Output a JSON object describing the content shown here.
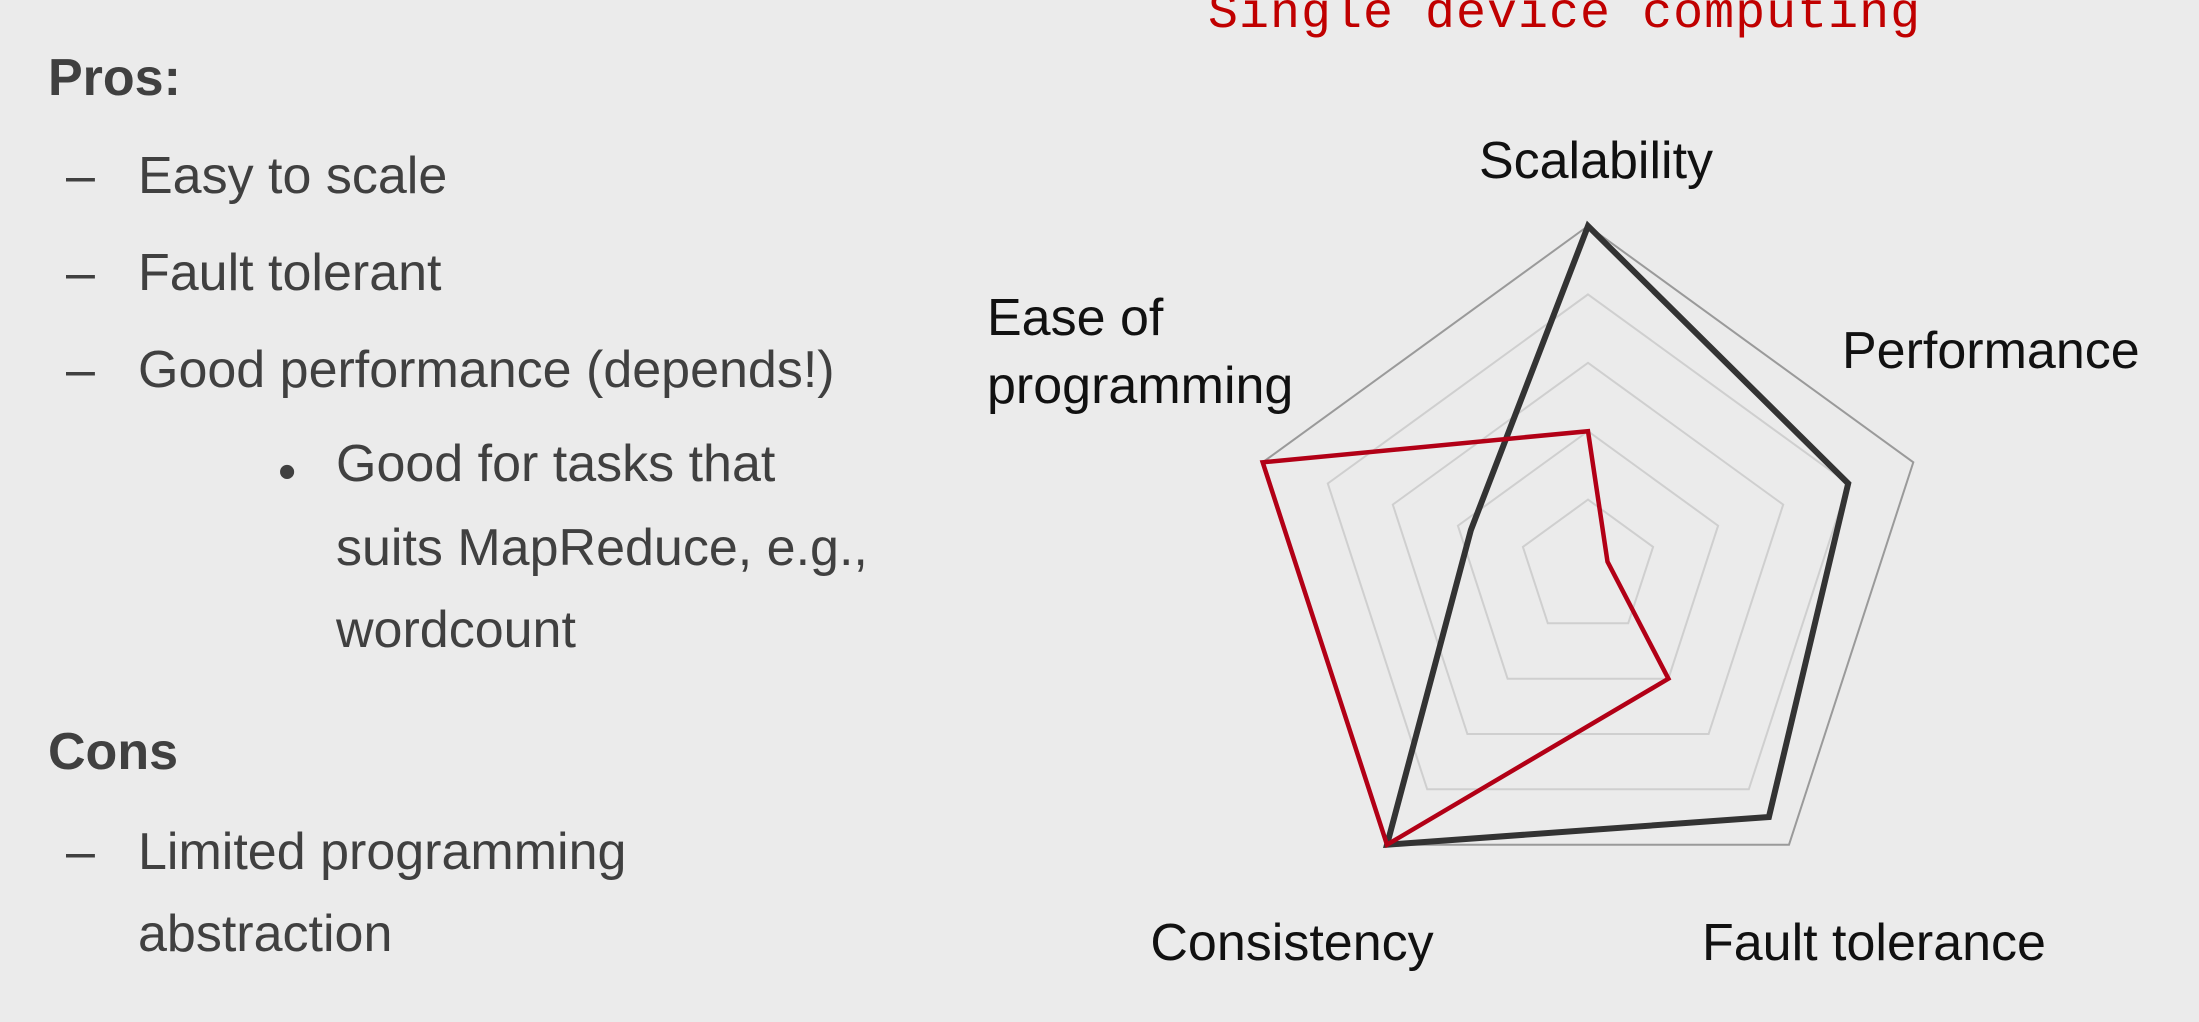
{
  "left": {
    "pros_heading": "Pros:",
    "pros": [
      "Easy to scale",
      "Fault tolerant",
      "Good performance (depends!)"
    ],
    "sub_bullet_lines": [
      "Good for tasks that",
      "suits MapReduce, e.g.,",
      "wordcount"
    ],
    "cons_heading": "Cons",
    "cons_lines": [
      "Limited programming",
      "abstraction"
    ],
    "dash": "–",
    "bullet": "•"
  },
  "chart_data": {
    "type": "radar",
    "title": "Single device computing",
    "axes": [
      "Scalability",
      "Performance",
      "Fault tolerance",
      "Consistency",
      "Ease of programming"
    ],
    "axis_label_lines": {
      "Scalability": [
        "Scalability"
      ],
      "Performance": [
        "Performance"
      ],
      "Fault tolerance": [
        "Fault tolerance"
      ],
      "Consistency": [
        "Consistency"
      ],
      "Ease of programming": [
        "Ease of",
        "programming"
      ]
    },
    "levels": 5,
    "range": [
      0,
      5
    ],
    "series": [
      {
        "values": [
          5,
          4,
          4.5,
          5,
          1.8
        ],
        "color": "#333333"
      },
      {
        "values": [
          2,
          0.3,
          2,
          5,
          5
        ],
        "color": "#b20016"
      }
    ],
    "grid_color": "#cfcfcf",
    "outer_grid_color": "#9a9a9a"
  }
}
